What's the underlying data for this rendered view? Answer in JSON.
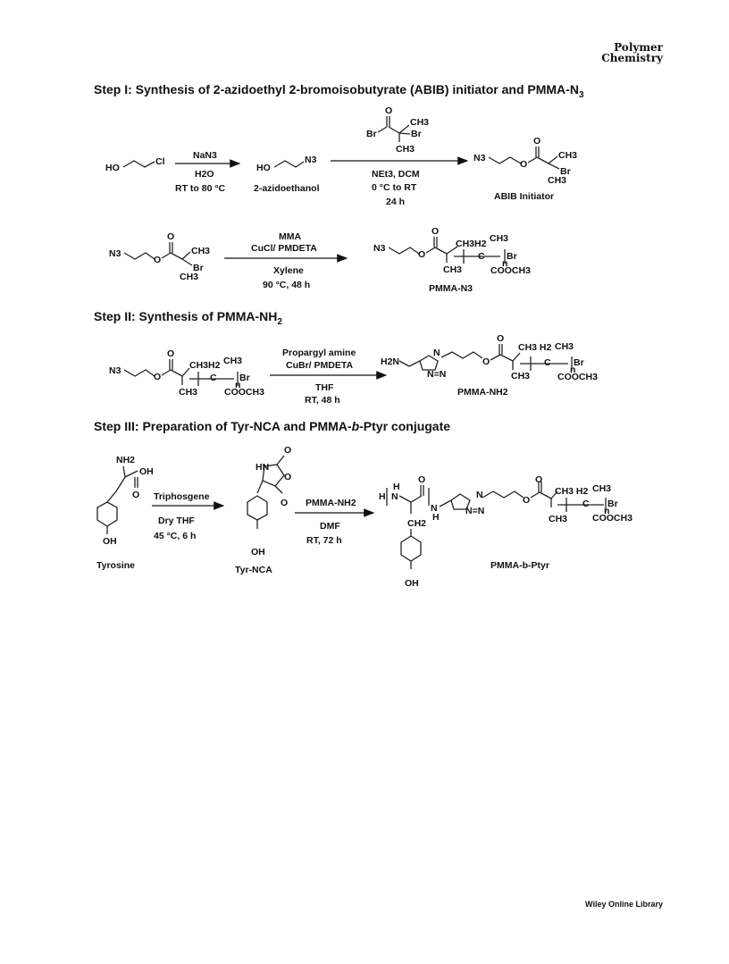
{
  "journal": {
    "line1": "Polymer",
    "line2": "Chemistry"
  },
  "steps": [
    {
      "prefix": "Step I:  Synthesis of 2-azidoethyl 2-bromoisobutyrate (ABIB) initiator and PMMA-N",
      "sub": "3"
    },
    {
      "prefix": "Step II:  Synthesis of PMMA-NH",
      "sub": "2"
    },
    {
      "prefix": "Step III:  Preparation of Tyr-NCA and PMMA-",
      "italic": "b",
      "suffix": "-Ptyr conjugate"
    }
  ],
  "scheme": {
    "r1": {
      "cond1_top": "NaN3",
      "cond1_mid": "H2O",
      "cond1_bot": "RT to 80 °C",
      "product1": "2-azidoethanol",
      "cond2_mid": "NEt3, DCM",
      "cond2_bot": "0 °C to RT",
      "cond2_time": "24 h",
      "product2": "ABIB Initiator"
    },
    "r2": {
      "cond_top1": "MMA",
      "cond_top2": "CuCl/ PMDETA",
      "cond_bot1": "Xylene",
      "cond_bot2": "90 °C, 48 h",
      "product": "PMMA-N3"
    },
    "r3": {
      "cond_top1": "Propargyl amine",
      "cond_top2": "CuBr/ PMDETA",
      "cond_bot1": "THF",
      "cond_bot2": "RT, 48 h",
      "product": "PMMA-NH2"
    },
    "r4": {
      "cond1_top": "Triphosgene",
      "cond1_mid": "Dry THF",
      "cond1_bot": "45 °C, 6 h",
      "start": "Tyrosine",
      "intermediate": "Tyr-NCA",
      "cond2_top": "PMMA-NH2",
      "cond2_mid": "DMF",
      "cond2_bot": "RT, 72 h",
      "product": "PMMA-b-Ptyr"
    }
  },
  "footer": "Wiley Online Library"
}
